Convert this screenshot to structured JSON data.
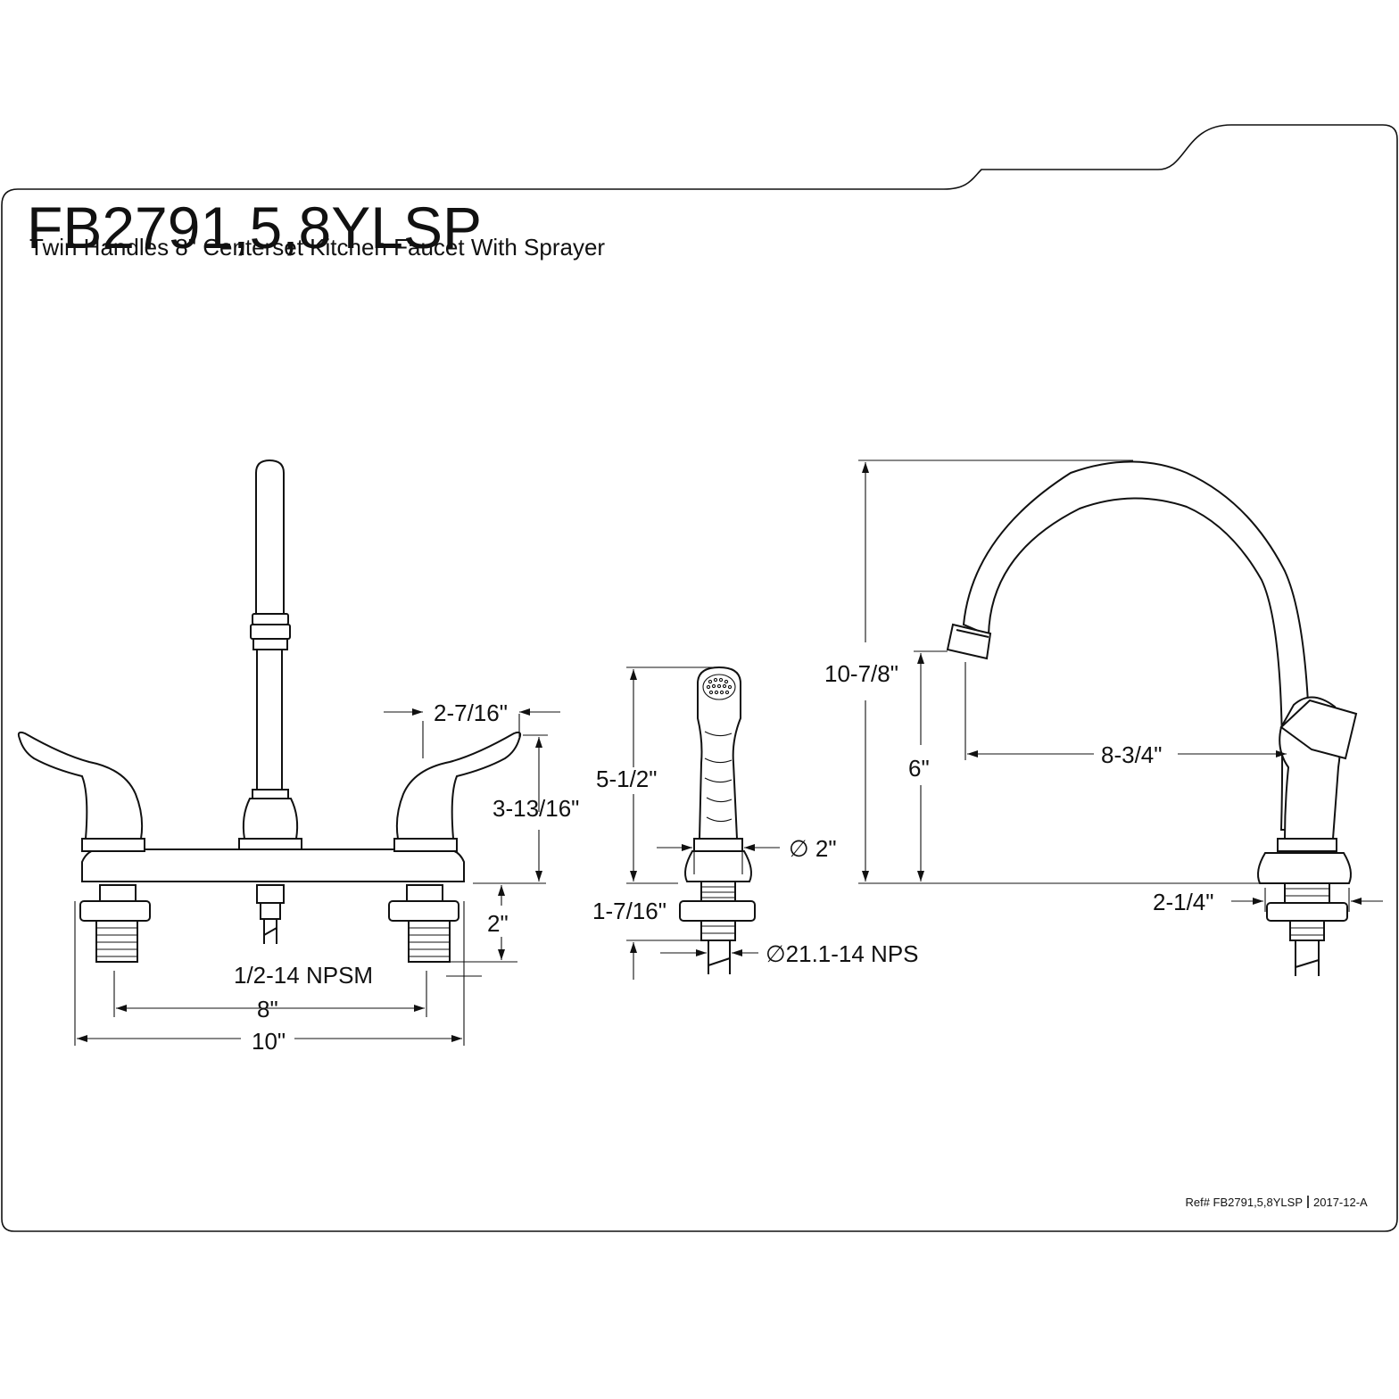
{
  "header": {
    "model": "FB2791,5,8YLSP",
    "description": "Twin Handles 8\" Centerset Kitchen Faucet With Sprayer"
  },
  "dimensions": {
    "front_view": {
      "handle_width": "2-7/16\"",
      "handle_height": "3-13/16\"",
      "shank_length": "2\"",
      "thread": "1/2-14 NPSM",
      "centers": "8\"",
      "overall_width": "10\""
    },
    "sprayer": {
      "height": "5-1/2\"",
      "base_diameter": "∅ 2\"",
      "max_deck": "1-7/16\"",
      "thread": "∅21.1-14 NPS"
    },
    "side_view": {
      "overall_height": "10-7/8\"",
      "spout_height": "6\"",
      "spout_reach": "8-3/4\"",
      "base_size": "2-1/4\""
    }
  },
  "footer": {
    "ref": "Ref# FB2791,5,8YLSP",
    "revision": "2017-12-A"
  },
  "colors": {
    "line": "#111111",
    "background": "#ffffff"
  }
}
